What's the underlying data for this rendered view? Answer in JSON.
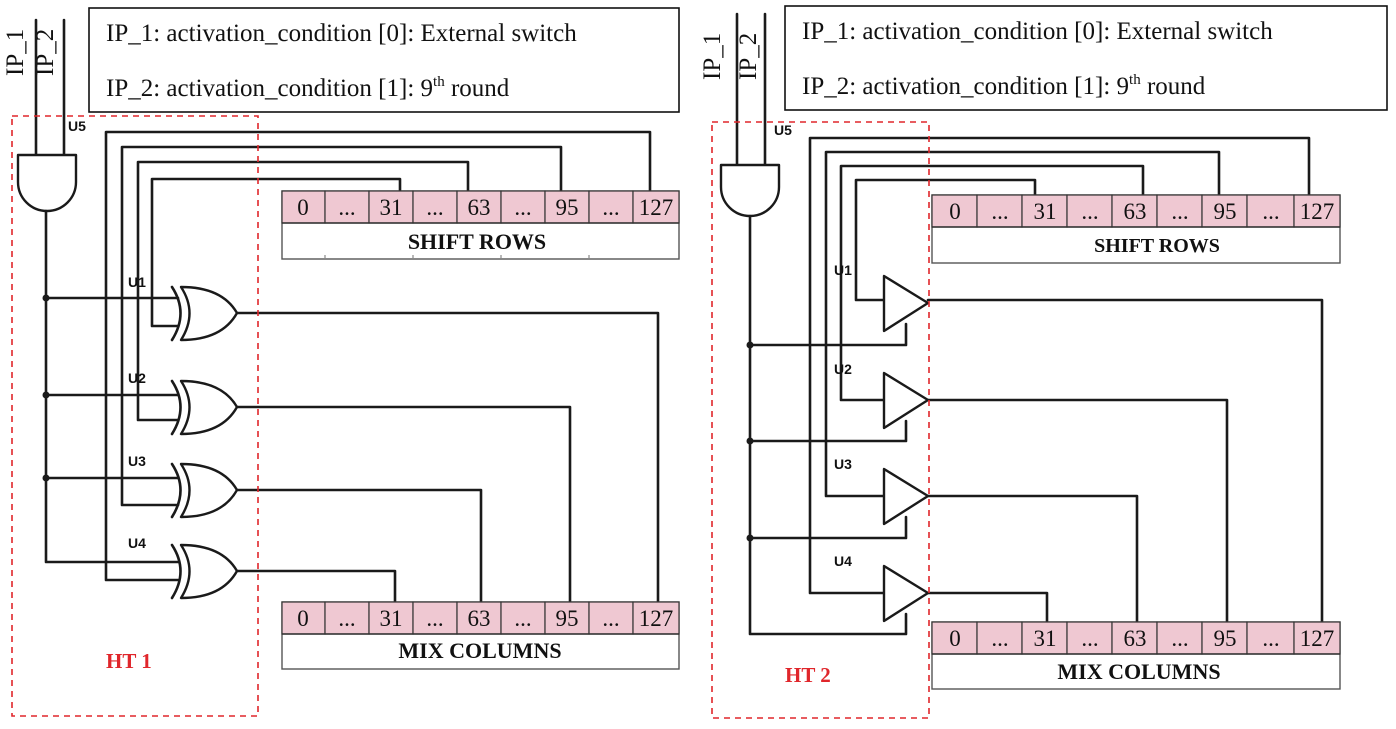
{
  "panels": [
    {
      "id": "ht1",
      "legend": {
        "line1": "IP_1: activation_condition [0]: External switch",
        "line2_prefix": "IP_2: activation_condition [1]: 9",
        "line2_sup": "th",
        "line2_suffix": " round"
      },
      "inputs": [
        "IP_1",
        "IP_2"
      ],
      "and_gate_label": "U5",
      "gate_type": "XOR",
      "gate_labels": [
        "U1",
        "U2",
        "U3",
        "U4"
      ],
      "ht_label": "HT 1",
      "top_register": {
        "title": "SHIFT ROWS",
        "cells": [
          "0",
          "...",
          "31",
          "...",
          "63",
          "...",
          "95",
          "...",
          "127"
        ]
      },
      "bottom_register": {
        "title": "MIX COLUMNS",
        "cells": [
          "0",
          "...",
          "31",
          "...",
          "63",
          "...",
          "95",
          "...",
          "127"
        ]
      }
    },
    {
      "id": "ht2",
      "legend": {
        "line1": "IP_1: activation_condition [0]: External switch",
        "line2_prefix": "IP_2: activation_condition [1]: 9",
        "line2_sup": "th",
        "line2_suffix": " round"
      },
      "inputs": [
        "IP_1",
        "IP_2"
      ],
      "and_gate_label": "U5",
      "gate_type": "Tri-state buffer",
      "gate_labels": [
        "U1",
        "U2",
        "U3",
        "U4"
      ],
      "ht_label": "HT 2",
      "top_register": {
        "title": "SHIFT ROWS",
        "cells": [
          "0",
          "...",
          "31",
          "...",
          "63",
          "...",
          "95",
          "...",
          "127"
        ]
      },
      "bottom_register": {
        "title": "MIX COLUMNS",
        "cells": [
          "0",
          "...",
          "31",
          "...",
          "63",
          "...",
          "95",
          "...",
          "127"
        ]
      }
    }
  ]
}
